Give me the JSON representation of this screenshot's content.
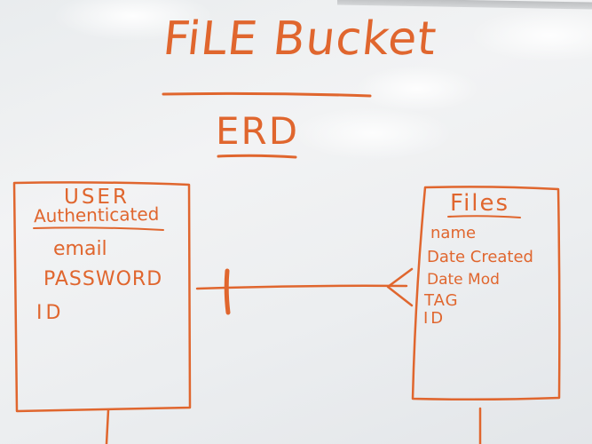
{
  "diagram": {
    "title": "FiLE Bucket",
    "subtitle": "ERD",
    "entities": [
      {
        "title_line1": "USER",
        "title_line2": "Authenticated",
        "attributes": [
          "email",
          "PASSWORD",
          "ID"
        ]
      },
      {
        "title_line1": "Files",
        "attributes": [
          "name",
          "Date Created",
          "Date Mod",
          "TAG",
          "ID"
        ]
      }
    ],
    "relationship": {
      "from": "USER Authenticated",
      "to": "Files",
      "from_end": "one",
      "to_end": "many"
    },
    "ink_color": "#e0662e",
    "board_color": "#eef0f1"
  }
}
